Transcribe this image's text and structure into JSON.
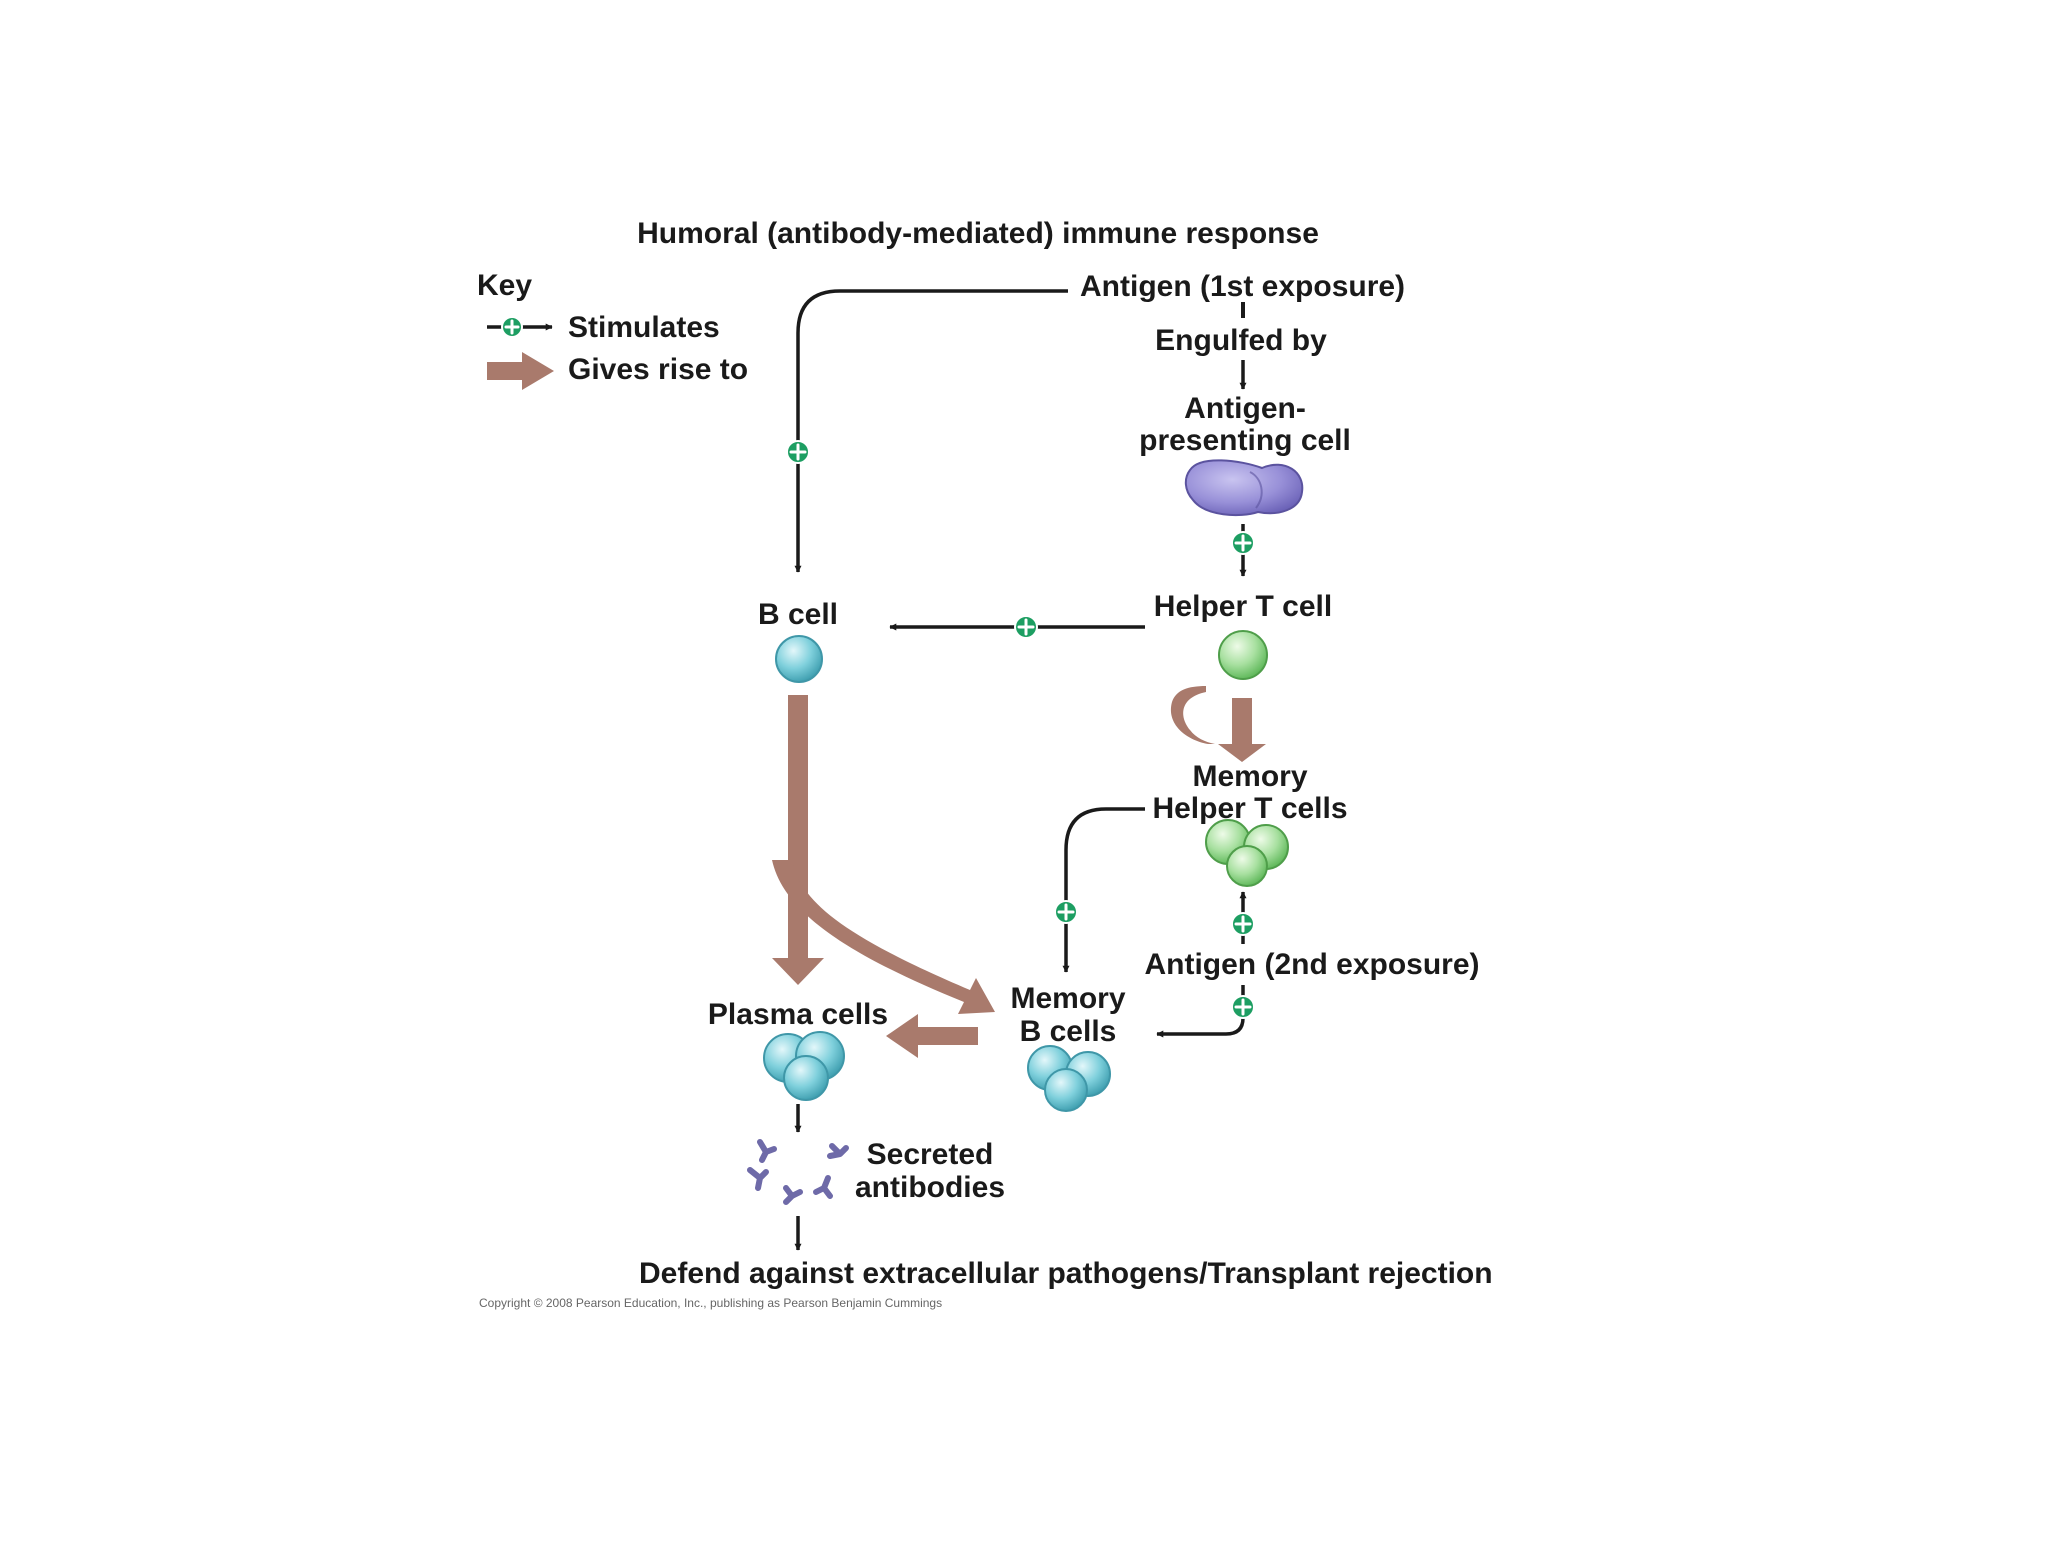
{
  "title": "Humoral (antibody-mediated) immune response",
  "key": {
    "heading": "Key",
    "stimulates": "Stimulates",
    "gives_rise_to": "Gives rise to"
  },
  "nodes": {
    "antigen_1st": "Antigen (1st exposure)",
    "engulfed_by": "Engulfed by",
    "apc_line1": "Antigen-",
    "apc_line2": "presenting cell",
    "helper_t": "Helper T cell",
    "b_cell": "B cell",
    "memory_helper_line1": "Memory",
    "memory_helper_line2": "Helper T cells",
    "antigen_2nd": "Antigen (2nd exposure)",
    "memory_b_line1": "Memory",
    "memory_b_line2": "B cells",
    "plasma_cells": "Plasma cells",
    "antibodies_line1": "Secreted",
    "antibodies_line2": "antibodies",
    "outcome": "Defend against extracellular pathogens/Transplant rejection"
  },
  "copyright": "Copyright © 2008 Pearson Education, Inc., publishing as Pearson Benjamin Cummings",
  "colors": {
    "stimulate_marker": "#1d9e62",
    "gives_rise_arrow": "#a97a6c",
    "apc_cell": "#8f86d0",
    "helper_t_cell": "#8fd68f",
    "b_cell": "#6ec6d2",
    "antibody": "#6e6aa8"
  }
}
